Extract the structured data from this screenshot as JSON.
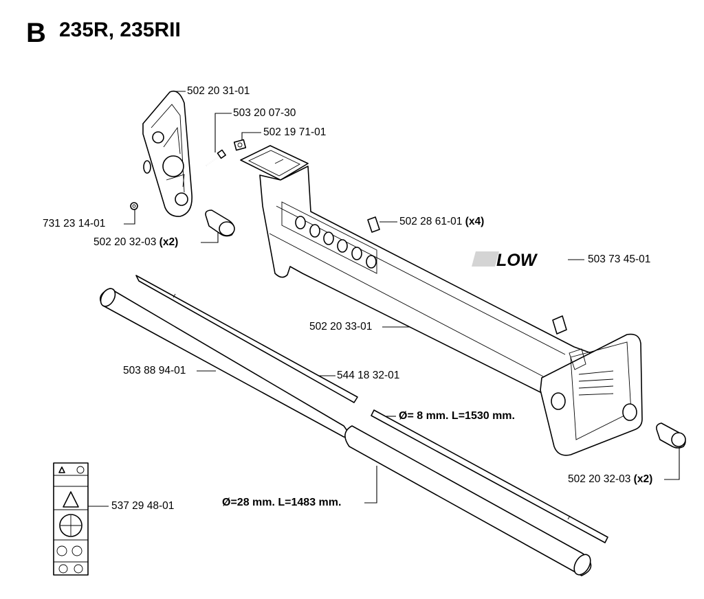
{
  "header": {
    "section_letter": "B",
    "title": "235R, 235RII"
  },
  "parts": [
    {
      "number": "502 20 31-01",
      "qty": ""
    },
    {
      "number": "503 20 07-30",
      "qty": ""
    },
    {
      "number": "502 19 71-01",
      "qty": ""
    },
    {
      "number": "731 23 14-01",
      "qty": ""
    },
    {
      "number": "502 20 32-03",
      "qty": "(x2)"
    },
    {
      "number": "502 28 61-01",
      "qty": "(x4)"
    },
    {
      "number": "503 73 45-01",
      "qty": ""
    },
    {
      "number": "502 20 33-01",
      "qty": ""
    },
    {
      "number": "503 88 94-01",
      "qty": ""
    },
    {
      "number": "544 18 32-01",
      "qty": ""
    },
    {
      "number": "502 20 32-03",
      "qty": "(x2)"
    },
    {
      "number": "537 29 48-01",
      "qty": ""
    }
  ],
  "dimensions": [
    {
      "text": "Ø= 8 mm. L=1530 mm."
    },
    {
      "text": "Ø=28 mm. L=1483 mm."
    }
  ],
  "decal": {
    "text": "LOW"
  }
}
